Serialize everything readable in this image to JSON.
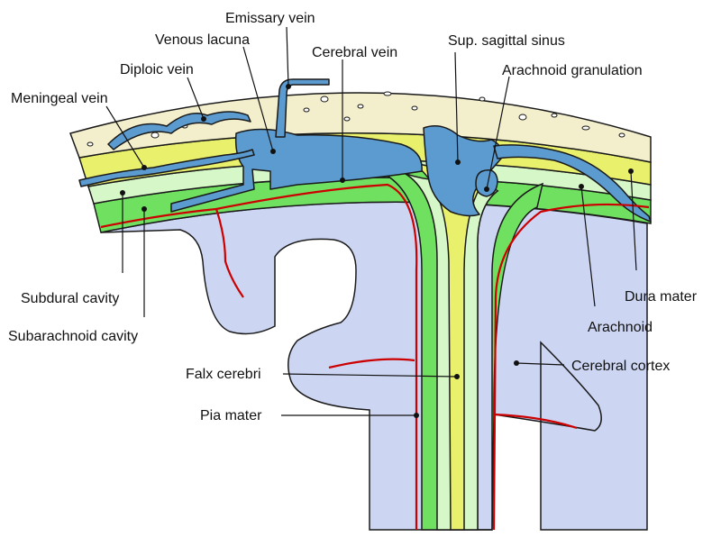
{
  "colors": {
    "skull": "#f3efcc",
    "dura": "#e9f06c",
    "arachnoid": "#d6f7c8",
    "subarachnoid": "#70e060",
    "cortex": "#ccd5f2",
    "vein": "#5b9bd0",
    "pia": "#cc0000",
    "outline": "#1a1a1a"
  },
  "labels": {
    "emissary_vein": "Emissary vein",
    "venous_lacuna": "Venous lacuna",
    "cerebral_vein": "Cerebral vein",
    "sup_sagittal_sinus": "Sup. sagittal sinus",
    "diploic_vein": "Diploic vein",
    "arachnoid_granulation": "Arachnoid granulation",
    "meningeal_vein": "Meningeal vein",
    "subdural_cavity": "Subdural cavity",
    "subarachnoid_cavity": "Subarachnoid cavity",
    "dura_mater": "Dura mater",
    "arachnoid": "Arachnoid",
    "falx_cerebri": "Falx cerebri",
    "cerebral_cortex": "Cerebral cortex",
    "pia_mater": "Pia mater"
  }
}
